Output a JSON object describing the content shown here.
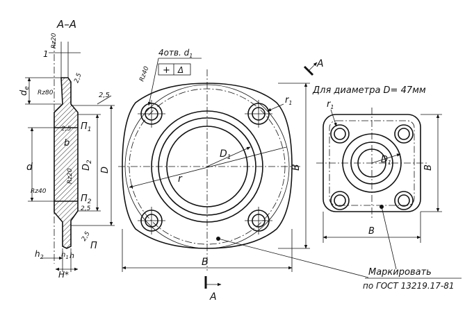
{
  "section": {
    "title": "А–А",
    "labels": {
      "rz20": "Rz20",
      "one": "1",
      "d_e": "d",
      "d_e_sub": "e",
      "rz80": "Rz80",
      "r25a": "2,5",
      "r25b": "2,5",
      "b": "b",
      "d": "d",
      "rz20b": "Rz20",
      "rz40": "Rz40",
      "p1": "П",
      "p1_sub": "1",
      "p2": "П",
      "p2_sub": "2",
      "r25c": "2,5",
      "r25d": "2,5",
      "d2": "D",
      "d2_sub": "2",
      "D": "D",
      "p": "П",
      "h2": "h",
      "h2_sub": "2",
      "h1": "h",
      "h1_sub": "1",
      "h": "h",
      "H": "H*",
      "r25top": "2,5"
    }
  },
  "flange": {
    "holes_label": "4отв. d",
    "holes_sub": "1",
    "tolerance_symbols": [
      "+",
      "Δ"
    ],
    "rz40": "Rz40",
    "r1": "r",
    "r1_sub": "1",
    "D1": "D",
    "D1_sub": "1",
    "r": "r",
    "B_right": "B",
    "B_bottom": "B",
    "section_mark_top": "A",
    "section_mark_bottom": "A"
  },
  "small_flange": {
    "caption": "Для диаметра D= 47мм",
    "r1": "r",
    "r1_sub": "1",
    "D1": "D",
    "D1_sub": "1",
    "B_right": "B",
    "B_bottom": "B"
  },
  "marking": {
    "line1": "Маркировать",
    "line2": "по ГОСТ 13219.17-81"
  }
}
